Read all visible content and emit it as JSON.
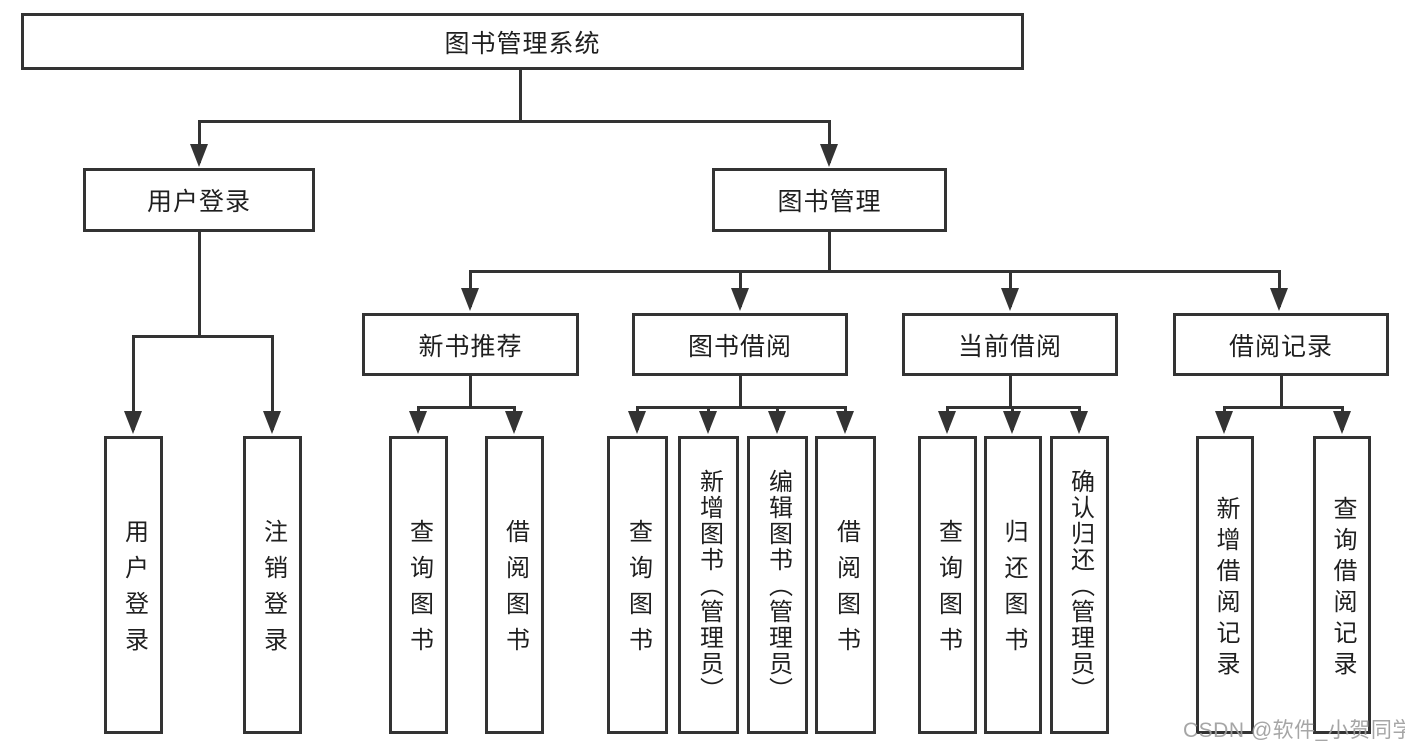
{
  "tree": {
    "root": {
      "label": "图书管理系统"
    },
    "level2": [
      {
        "label": "用户登录"
      },
      {
        "label": "图书管理"
      }
    ],
    "level3": [
      {
        "label": "新书推荐",
        "parent": "图书管理"
      },
      {
        "label": "图书借阅",
        "parent": "图书管理"
      },
      {
        "label": "当前借阅",
        "parent": "图书管理"
      },
      {
        "label": "借阅记录",
        "parent": "图书管理"
      }
    ],
    "leaves": [
      {
        "label": "用户登录",
        "parent": "用户登录"
      },
      {
        "label": "注销登录",
        "parent": "用户登录"
      },
      {
        "label": "查询图书",
        "parent": "新书推荐"
      },
      {
        "label": "借阅图书",
        "parent": "新书推荐"
      },
      {
        "label": "查询图书",
        "parent": "图书借阅"
      },
      {
        "label": "新增图书（管理员）",
        "parent": "图书借阅"
      },
      {
        "label": "编辑图书（管理员）",
        "parent": "图书借阅"
      },
      {
        "label": "借阅图书",
        "parent": "图书借阅"
      },
      {
        "label": "查询图书",
        "parent": "当前借阅"
      },
      {
        "label": "归还图书",
        "parent": "当前借阅"
      },
      {
        "label": "确认归还（管理员）",
        "parent": "当前借阅"
      },
      {
        "label": "新增借阅记录",
        "parent": "借阅记录"
      },
      {
        "label": "查询借阅记录",
        "parent": "借阅记录"
      }
    ]
  },
  "watermark": {
    "text": "CSDN @软件_小贺同学"
  },
  "colors": {
    "line": "#333333",
    "text": "#1f1f1f",
    "background": "#ffffff",
    "watermark": "#9e9e9e"
  }
}
